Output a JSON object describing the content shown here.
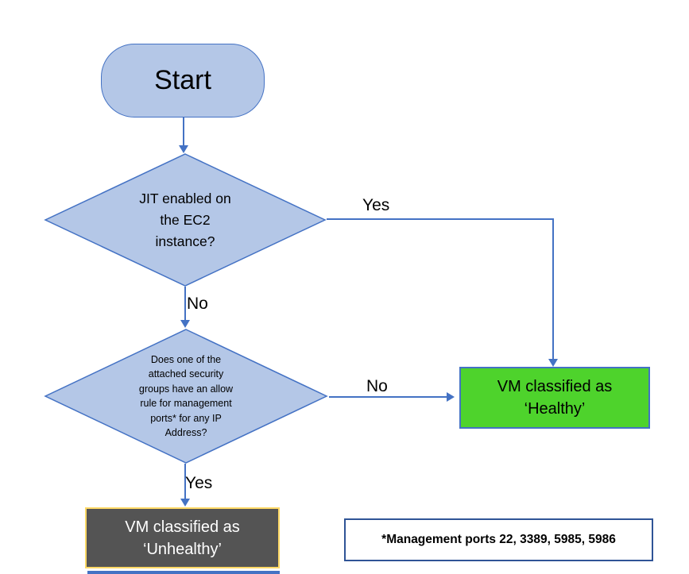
{
  "colors": {
    "shape_fill": "#b4c7e7",
    "shape_stroke": "#4472c4",
    "connector": "#4472c4",
    "healthy_fill": "#4ed32c",
    "healthy_stroke": "#4472c4",
    "unhealthy_fill": "#545454",
    "unhealthy_stroke": "#ffd966",
    "unhealthy_text": "#ffffff",
    "note_stroke": "#2f5496",
    "text": "#000000"
  },
  "nodes": {
    "start": {
      "label": "Start"
    },
    "decision_jit": {
      "lines": [
        "JIT enabled on",
        "the EC2",
        "instance?"
      ]
    },
    "decision_sg": {
      "lines": [
        "Does one of the",
        "attached security",
        "groups have an allow",
        "rule for management",
        "ports* for any IP",
        "Address?"
      ]
    },
    "healthy": {
      "lines": [
        "VM classified as",
        "‘Healthy’"
      ]
    },
    "unhealthy": {
      "lines": [
        "VM classified as",
        "‘Unhealthy’"
      ]
    },
    "note": {
      "label": "*Management ports 22, 3389, 5985, 5986"
    }
  },
  "edges": {
    "jit_yes": {
      "label": "Yes"
    },
    "jit_no": {
      "label": "No"
    },
    "sg_no": {
      "label": "No"
    },
    "sg_yes": {
      "label": "Yes"
    }
  }
}
